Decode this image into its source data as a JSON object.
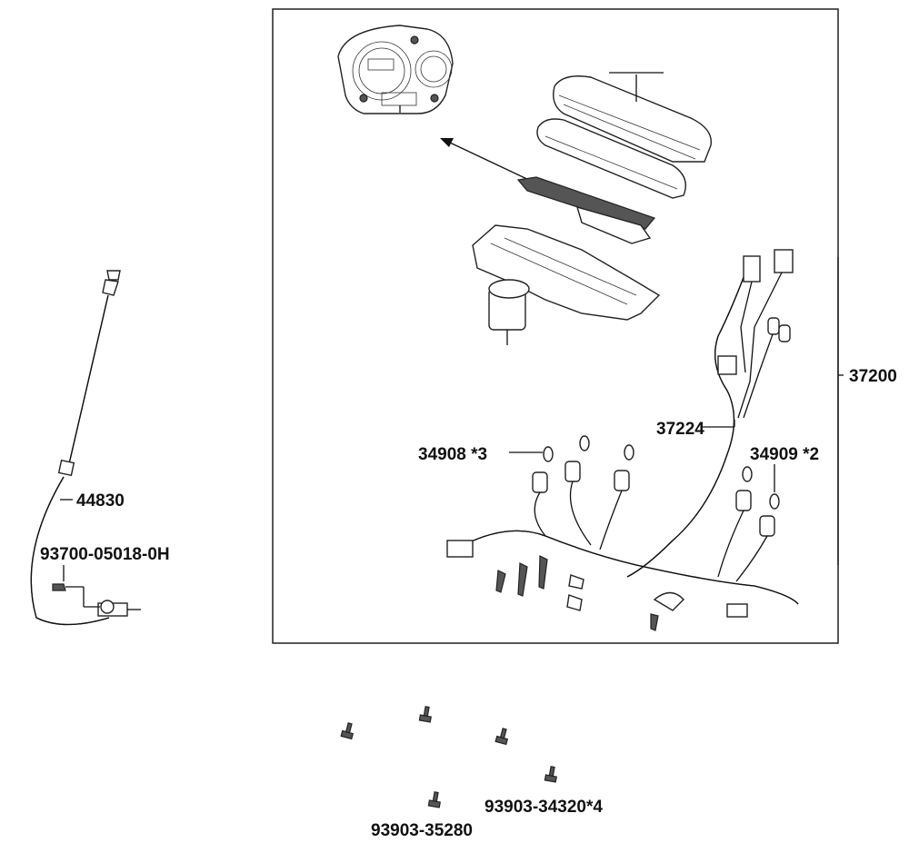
{
  "labels": {
    "assembly": "37200",
    "harness": "37224",
    "bulb_a": "34908 *3",
    "bulb_b": "34909 *2",
    "cable": "44830",
    "cable_screw": "93700-05018-0H",
    "screw_a": "93903-34320*4",
    "screw_b": "93903-35280"
  },
  "icons": {
    "meter_face": "speedometer-face-icon",
    "meter_cover": "meter-cover-icon",
    "meter_case": "meter-case-icon",
    "harness": "wire-harness-icon",
    "cable": "speedometer-cable-icon",
    "screw": "screw-icon"
  }
}
